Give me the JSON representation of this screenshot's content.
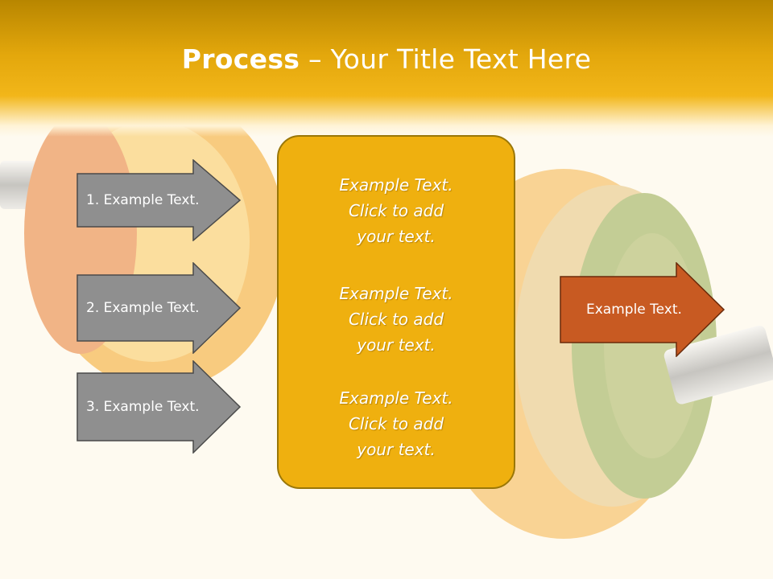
{
  "slide": {
    "title_bold": "Process",
    "title_rest": " – Your Title Text Here"
  },
  "left_arrows": [
    {
      "label": "1. Example Text."
    },
    {
      "label": "2. Example Text."
    },
    {
      "label": "3. Example Text."
    }
  ],
  "center_box": {
    "blocks": [
      {
        "line1": "Example Text.",
        "line2": "Click  to add",
        "line3": "your text."
      },
      {
        "line1": "Example Text.",
        "line2": "Click  to add",
        "line3": "your text."
      },
      {
        "line1": "Example Text.",
        "line2": "Click  to add",
        "line3": "your text."
      }
    ]
  },
  "right_arrow": {
    "label": "Example Text."
  },
  "colors": {
    "title_band": "#e3a70c",
    "center_box": "#efb00f",
    "left_arrow": "#8f8f8f",
    "right_arrow": "#c85a22"
  }
}
